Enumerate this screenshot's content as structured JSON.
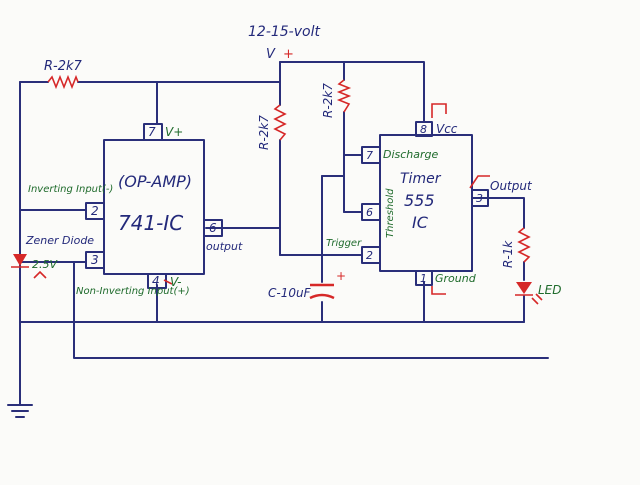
{
  "supply": {
    "label": "12-15-volt",
    "v": "V",
    "plus": "+"
  },
  "opamp": {
    "title": "(OP-AMP)",
    "name": "741-IC",
    "pin7": "7",
    "pin7_label": "V+",
    "pin2": "2",
    "pin2_label": "Inverting Input(-)",
    "pin3": "3",
    "pin3_label": "Non-Inverting Input(+)",
    "pin4": "4",
    "pin4_label": "V-",
    "pin6": "6",
    "pin6_label": "output"
  },
  "timer": {
    "title": "Timer",
    "name_a": "555",
    "name_b": "IC",
    "pin8": "8",
    "pin8_label": "Vcc",
    "pin7": "7",
    "pin7_label": "Discharge",
    "pin6": "6",
    "pin6_label": "Threshold",
    "pin2": "2",
    "pin2_label": "Trigger",
    "pin1": "1",
    "pin1_label": "Ground",
    "pin3": "3",
    "pin3_label": "Output"
  },
  "components": {
    "r_top": "R-2k7",
    "r_mid1": "R-2k7",
    "r_mid2": "R-2k7",
    "r_led": "R-1k",
    "zener": "Zener Diode",
    "zener_v": "2.5V",
    "cap": "C-10uF",
    "cap_plus": "+",
    "led": "LED"
  },
  "colors": {
    "wire": "#2a2f7a",
    "accent": "#d62828",
    "label": "#1f6b2c"
  }
}
